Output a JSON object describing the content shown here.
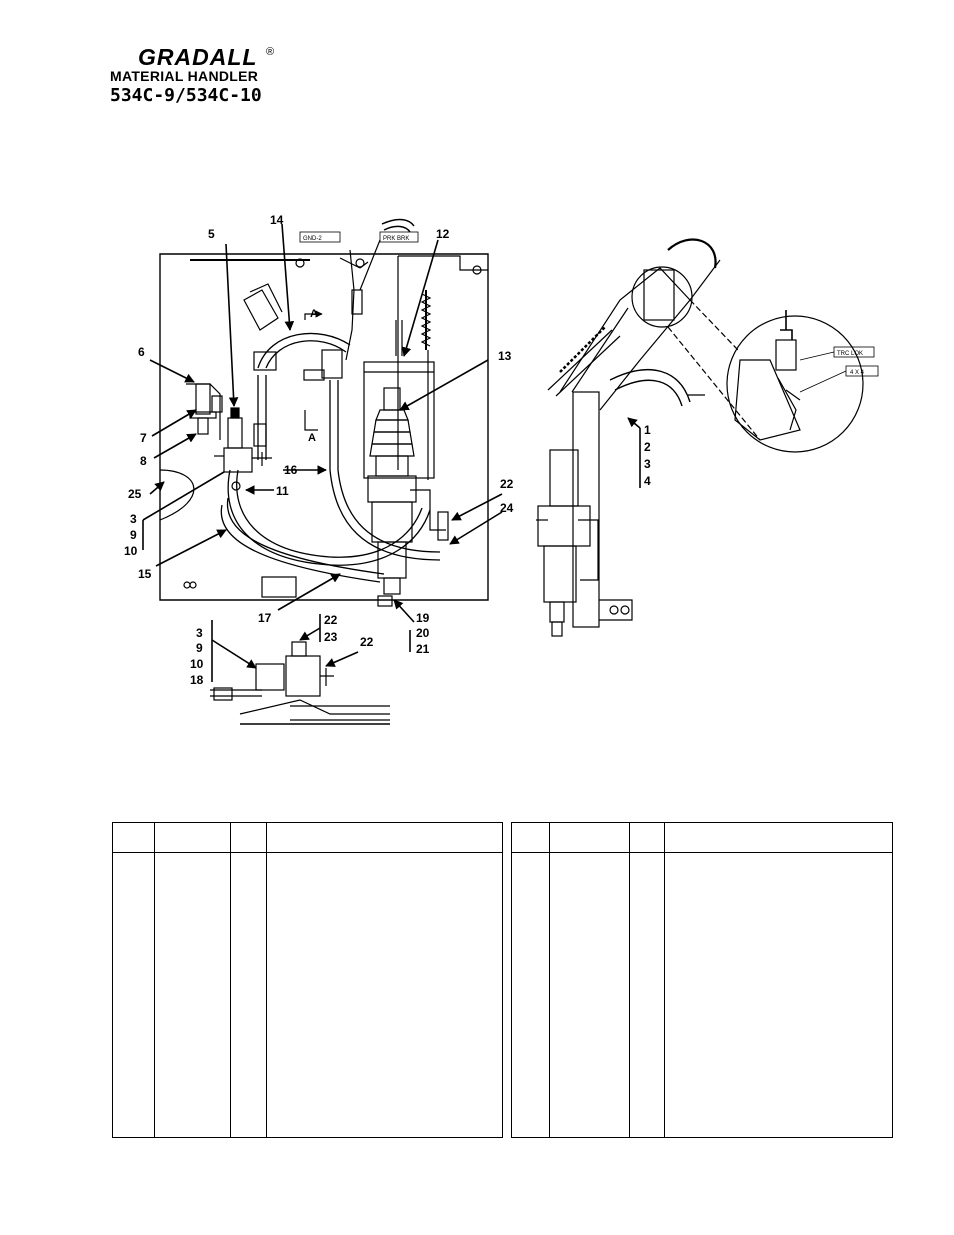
{
  "header": {
    "brand": "GRADALL",
    "registered_mark": "®",
    "product_line": "MATERIAL HANDLER",
    "models": "534C-9/534C-10"
  },
  "diagram": {
    "tags": {
      "ground": "GND-2",
      "park_brake": "PRK BRK",
      "traction_lock": "TRC LOK",
      "four_by_four": "4 X 4"
    },
    "section_marker": "A",
    "callouts": {
      "c1": "1",
      "c2": "2",
      "c3": "3",
      "c4": "4",
      "c5": "5",
      "c6": "6",
      "c7": "7",
      "c8": "8",
      "c3b": "3",
      "c9": "9",
      "c10": "10",
      "c11": "11",
      "c12": "12",
      "c13": "13",
      "c14": "14",
      "c15": "15",
      "c16": "16",
      "c17": "17",
      "c19": "19",
      "c20": "20",
      "c21": "21",
      "c22a": "22",
      "c24": "24",
      "c25": "25",
      "c3c": "3",
      "c9c": "9",
      "c10c": "10",
      "c18": "18",
      "c22b": "22",
      "c23": "23",
      "c22c": "22"
    }
  },
  "parts_table": {
    "left": {
      "rows": []
    },
    "right": {
      "rows": []
    }
  },
  "colors": {
    "ink": "#000000",
    "paper": "#ffffff"
  }
}
